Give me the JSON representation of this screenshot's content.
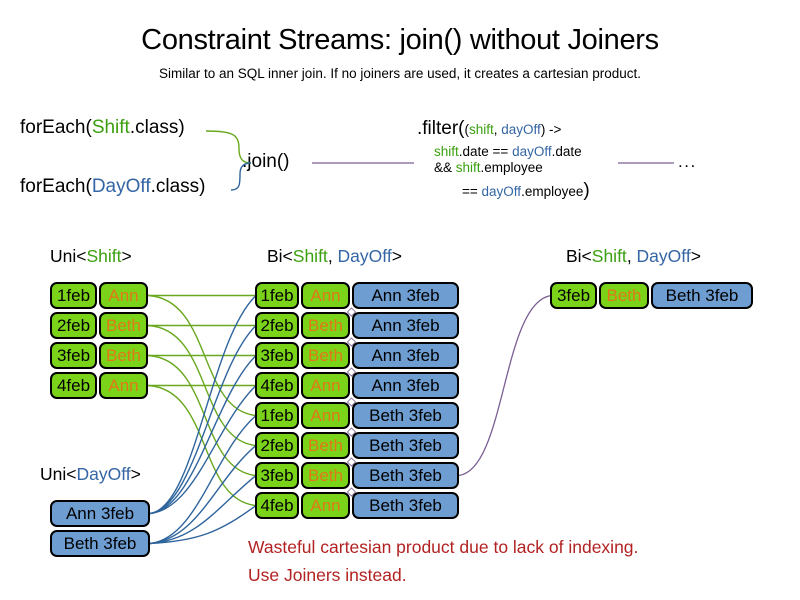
{
  "title": "Constraint Streams: join() without Joiners",
  "subtitle": "Similar to an SQL inner join. If no joiners are used, it creates a cartesian product.",
  "code": {
    "foreach_shift": {
      "pre": "forEach(",
      "cls": "Shift",
      "post": ".class)"
    },
    "foreach_dayoff": {
      "pre": "forEach(",
      "cls": "DayOff",
      "post": ".class)"
    },
    "join_label": ".join()",
    "filter": {
      "head": {
        "fn": ".filter(",
        "paren": "(",
        "arg1": "shift",
        "comma": ", ",
        "arg2": "dayOff",
        "close": ") ->"
      },
      "line2": {
        "a": "shift",
        "b": ".date == ",
        "c": "dayOff",
        "d": ".date"
      },
      "line3": {
        "a": "&& ",
        "b": "shift",
        "c": ".employee"
      },
      "line4": {
        "a": "== ",
        "b": "dayOff",
        "c": ".employee",
        "close": ")"
      }
    },
    "ellipsis": "..."
  },
  "labels": {
    "uni_shift": {
      "pre": "Uni<",
      "green": "Shift",
      "post": ">"
    },
    "bi_mid": {
      "pre": "Bi<",
      "green": "Shift",
      "sep": ", ",
      "blue": "DayOff",
      "post": ">"
    },
    "bi_right": {
      "pre": "Bi<",
      "green": "Shift",
      "sep": ", ",
      "blue": "DayOff",
      "post": ">"
    },
    "uni_dayoff": {
      "pre": "Uni<",
      "blue": "DayOff",
      "post": ">"
    }
  },
  "shift_rows": [
    {
      "date": "1feb",
      "name": "Ann"
    },
    {
      "date": "2feb",
      "name": "Beth"
    },
    {
      "date": "3feb",
      "name": "Beth"
    },
    {
      "date": "4feb",
      "name": "Ann"
    }
  ],
  "dayoff_rows": [
    {
      "label": "Ann 3feb"
    },
    {
      "label": "Beth 3feb"
    }
  ],
  "bi_rows": [
    {
      "date": "1feb",
      "name": "Ann",
      "combo": "Ann 3feb"
    },
    {
      "date": "2feb",
      "name": "Beth",
      "combo": "Ann 3feb"
    },
    {
      "date": "3feb",
      "name": "Beth",
      "combo": "Ann 3feb"
    },
    {
      "date": "4feb",
      "name": "Ann",
      "combo": "Ann 3feb"
    },
    {
      "date": "1feb",
      "name": "Ann",
      "combo": "Beth 3feb"
    },
    {
      "date": "2feb",
      "name": "Beth",
      "combo": "Beth 3feb"
    },
    {
      "date": "3feb",
      "name": "Beth",
      "combo": "Beth 3feb"
    },
    {
      "date": "4feb",
      "name": "Ann",
      "combo": "Beth 3feb"
    }
  ],
  "result_row": {
    "date": "3feb",
    "name": "Beth",
    "combo": "Beth 3feb"
  },
  "note": {
    "line1": "Wasteful cartesian product due to lack of indexing.",
    "line2": "Use Joiners instead."
  },
  "colors": {
    "box_green": "#7bd319",
    "box_blue": "#6d9dd1",
    "text_green": "#3ba00f",
    "text_blue": "#3465a4",
    "text_orange": "#e07818",
    "note_red": "#b22222",
    "line_green": "#69a81f",
    "line_blue": "#2e649c",
    "line_purple": "#7a5f93",
    "diamond": "#b07ab0"
  }
}
